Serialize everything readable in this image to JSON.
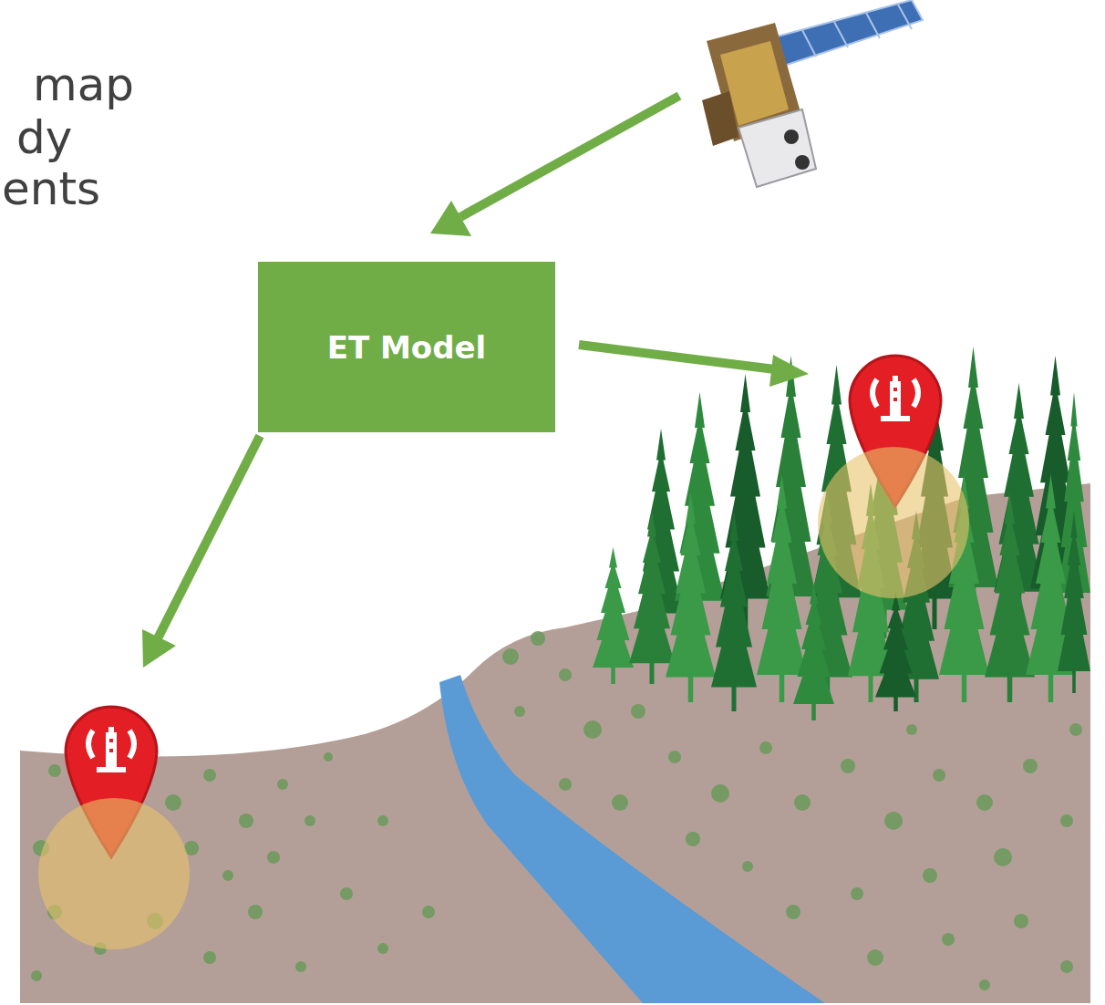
{
  "diagram": {
    "nodes": [
      {
        "text": [
          "ET Model"
        ]
      }
    ],
    "labels": [
      "map",
      "dy",
      "ents"
    ]
  }
}
